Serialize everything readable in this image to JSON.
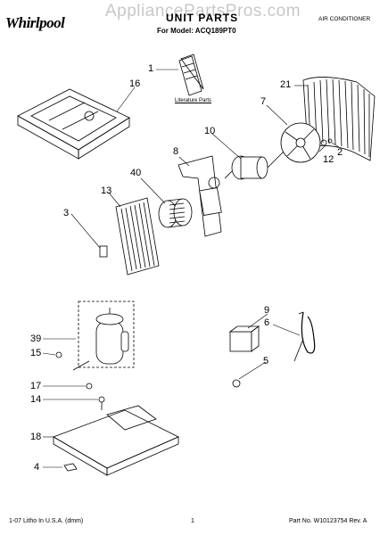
{
  "header": {
    "brand": "Whirlpool",
    "watermark": "AppliancePartsPros.com",
    "title": "UNIT PARTS",
    "model": "For Model: ACQ189PT0",
    "category": "AIR CONDITIONER"
  },
  "literature_label": "Literature Parts",
  "callouts": [
    "1",
    "16",
    "21",
    "7",
    "10",
    "8",
    "12",
    "2",
    "40",
    "13",
    "3",
    "9",
    "6",
    "39",
    "15",
    "5",
    "17",
    "14",
    "18",
    "4"
  ],
  "footer": {
    "left": "1-07 Litho In U.S.A. (dmm)",
    "center": "1",
    "right": "Part No. W10123754 Rev. A"
  }
}
